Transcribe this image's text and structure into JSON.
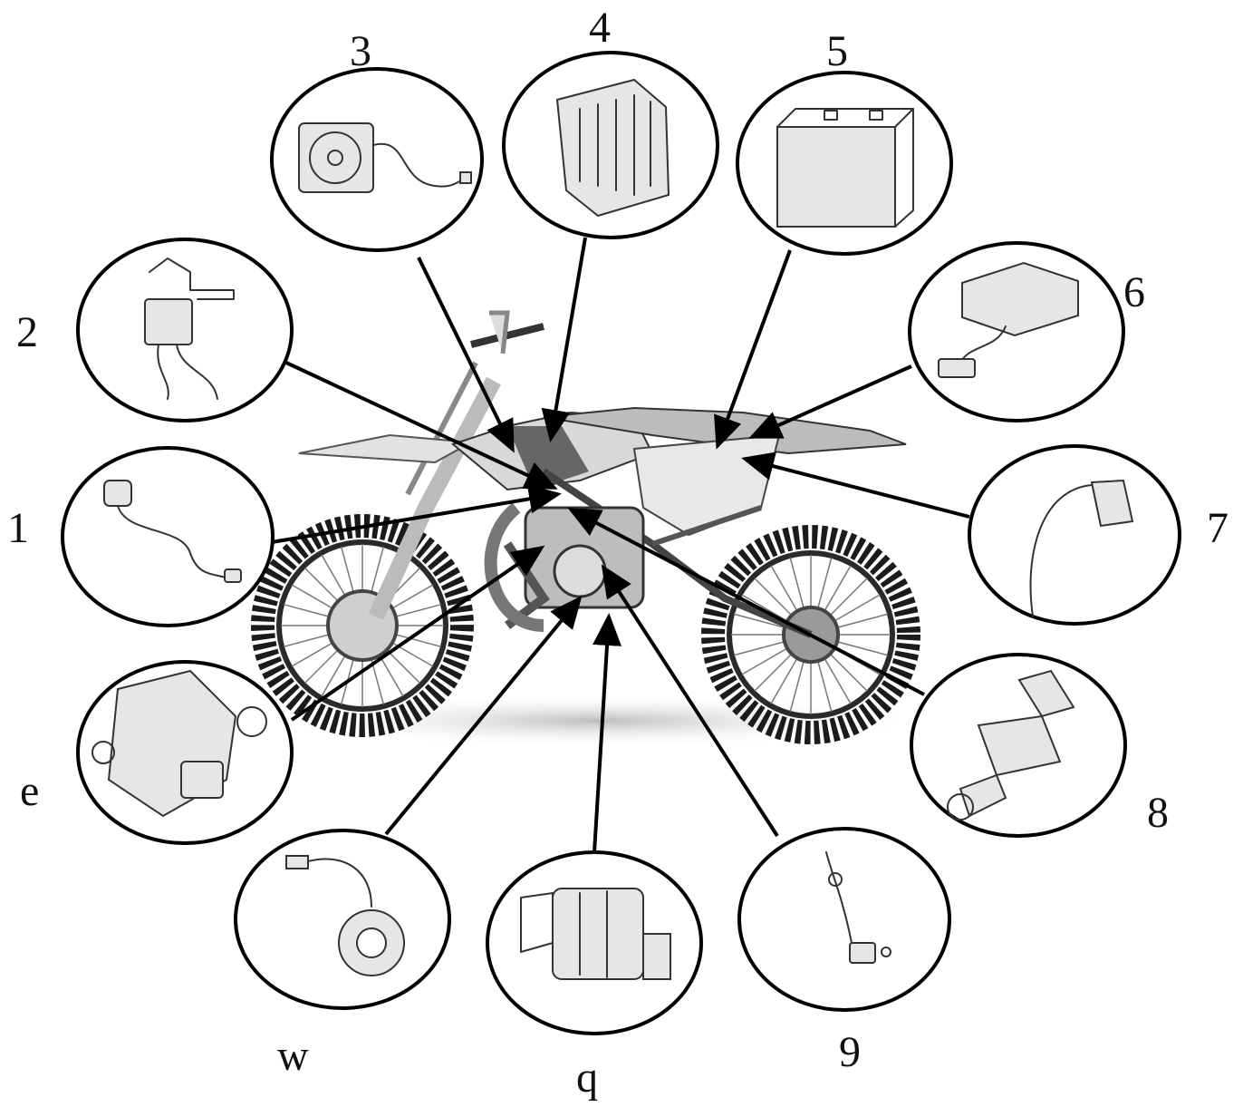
{
  "figure": {
    "components": [
      {
        "id": "1",
        "label": "1",
        "icon": "ignition-coil-icon"
      },
      {
        "id": "2",
        "label": "2",
        "icon": "relay-bracket-icon"
      },
      {
        "id": "3",
        "label": "3",
        "icon": "radiator-fan-icon"
      },
      {
        "id": "4",
        "label": "4",
        "icon": "ecu-module-icon"
      },
      {
        "id": "5",
        "label": "5",
        "icon": "battery-icon"
      },
      {
        "id": "6",
        "label": "6",
        "icon": "voltage-regulator-icon"
      },
      {
        "id": "7",
        "label": "7",
        "icon": "sensor-connector-icon"
      },
      {
        "id": "8",
        "label": "8",
        "icon": "temperature-sensor-icon"
      },
      {
        "id": "9",
        "label": "9",
        "icon": "position-sensor-icon"
      },
      {
        "id": "q",
        "label": "q",
        "icon": "starter-motor-icon"
      },
      {
        "id": "w",
        "label": "w",
        "icon": "stator-icon"
      },
      {
        "id": "e",
        "label": "e",
        "icon": "throttle-body-icon"
      }
    ],
    "central_image": "dirt-bike-icon",
    "colors": {
      "line": "#000000",
      "background": "#ffffff"
    }
  }
}
